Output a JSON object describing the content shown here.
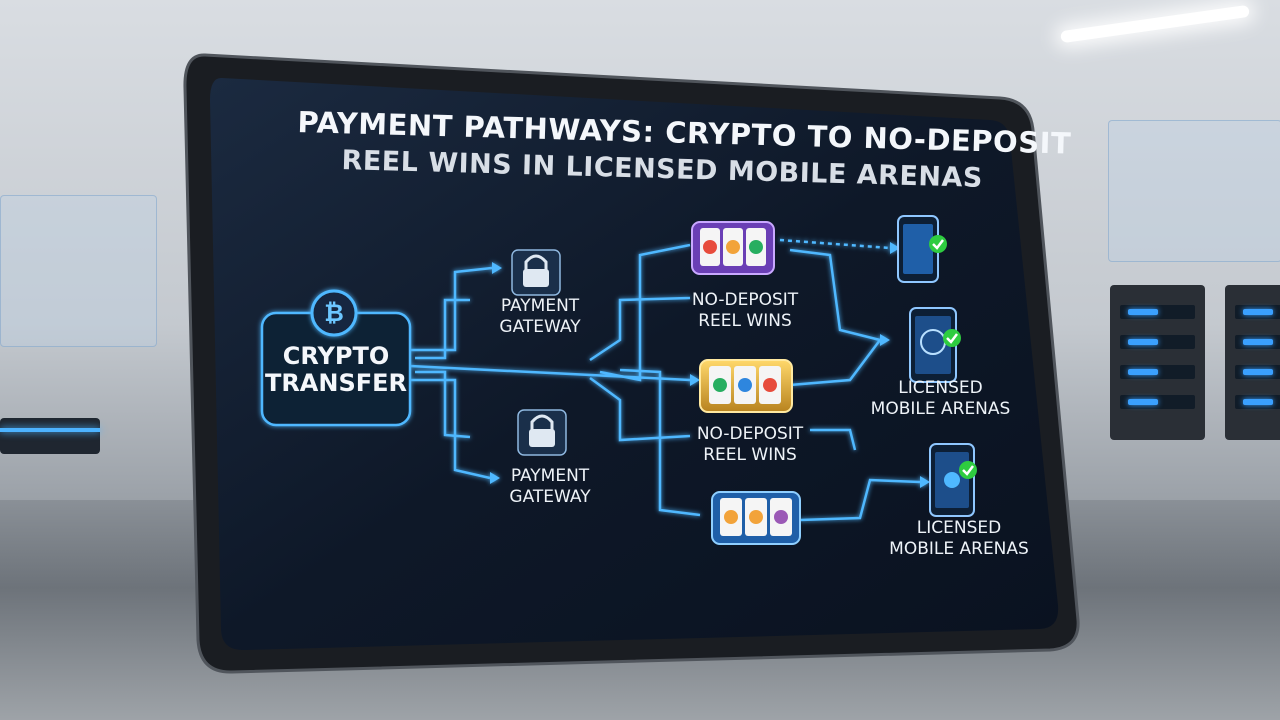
{
  "title": {
    "line1": "PAYMENT PATHWAYS: CRYPTO TO NO-DEPOSIT",
    "line2": "REEL WINS IN LICENSED MOBILE ARENAS"
  },
  "source": {
    "label_line1": "CRYPTO",
    "label_line2": "TRANSFER",
    "icon": "bitcoin-icon"
  },
  "gateways": [
    {
      "label_line1": "PAYMENT",
      "label_line2": "GATEWAY",
      "icon": "lock-icon"
    },
    {
      "label_line1": "PAYMENT",
      "label_line2": "GATEWAY",
      "icon": "lock-icon"
    }
  ],
  "reels": [
    {
      "label_line1": "NO-DEPOSIT",
      "label_line2": "REEL WINS",
      "icon": "slot-machine-icon"
    },
    {
      "label_line1": "NO-DEPOSIT",
      "label_line2": "REEL WINS",
      "icon": "slot-machine-icon"
    }
  ],
  "arenas": [
    {
      "label_line1": "LICENSED",
      "label_line2": "MOBILE ARENAS",
      "icon": "smartphone-check-icon"
    },
    {
      "label_line1": "LICENSED",
      "label_line2": "MOBILE ARENAS",
      "icon": "smartphone-check-icon"
    }
  ],
  "colors": {
    "screen_bg": "#0d1626",
    "glow": "#4fb8ff",
    "check": "#2ecc40",
    "bitcoin": "#f2a33a"
  }
}
